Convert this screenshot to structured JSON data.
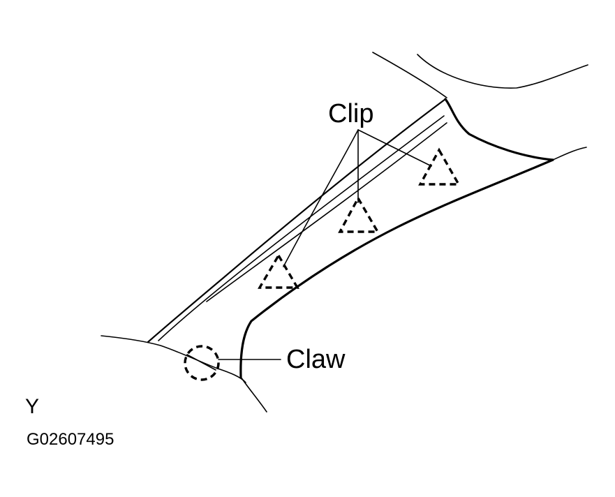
{
  "diagram": {
    "callouts": {
      "clip": "Clip",
      "claw": "Claw"
    },
    "view_label": "Y",
    "figure_code": "G02607495"
  }
}
